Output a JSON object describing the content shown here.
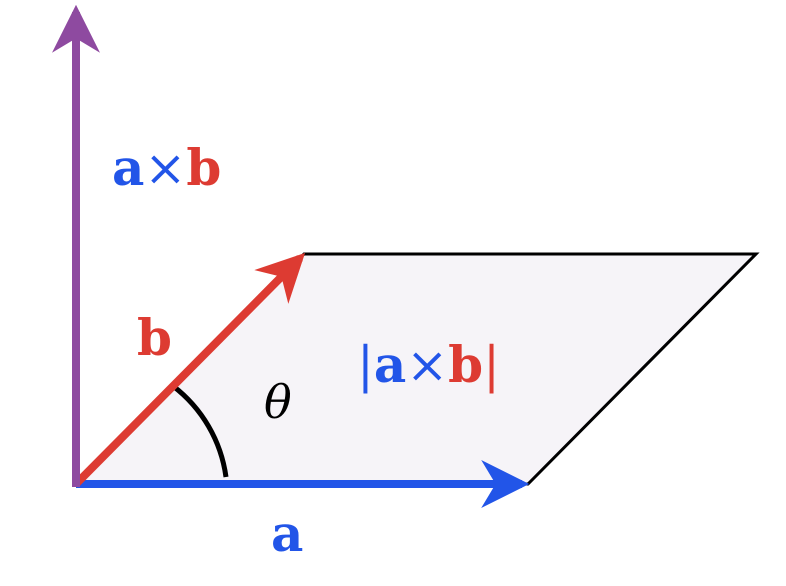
{
  "colors": {
    "a": "#2255e8",
    "b": "#dd3b32",
    "cross": "#8e4aa0",
    "parallelogram_fill": "#f6f4f8",
    "outline": "#000000",
    "angle_arc": "#000000"
  },
  "labels": {
    "cross_product": {
      "a": "a",
      "op": "×",
      "b": "b"
    },
    "vector_b": "b",
    "vector_a": "a",
    "area": {
      "open": "|",
      "a": "a",
      "op": "×",
      "b": "b",
      "close": "|"
    },
    "angle": "θ"
  }
}
